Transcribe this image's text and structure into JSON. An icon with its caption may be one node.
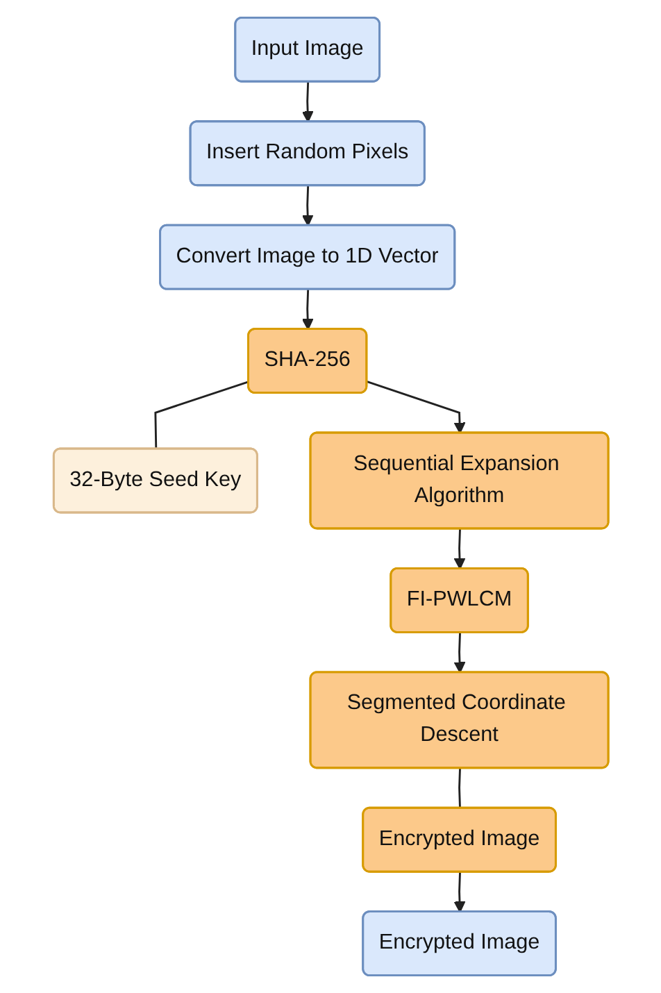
{
  "diagram": {
    "nodes": [
      {
        "text": [
          "Input Image"
        ]
      },
      {
        "text": [
          "Insert Random Pixels"
        ]
      },
      {
        "text": [
          "Convert Image to 1D Vector"
        ]
      },
      {
        "text": [
          "SHA-256"
        ]
      },
      {
        "text": [
          "32-Byte Seed Key"
        ]
      },
      {
        "text": [
          "Sequential Expansion Algorithm"
        ]
      },
      {
        "text": [
          "FI-PWLCM"
        ]
      },
      {
        "text": [
          "Segmented Coordinate Descent"
        ]
      },
      {
        "text": [
          "Encrypted Image"
        ]
      },
      {
        "text": [
          "Encrypted Image"
        ]
      }
    ],
    "edges": [
      {
        "from": 0,
        "to": 1,
        "arrow": "to"
      },
      {
        "from": 1,
        "to": 2,
        "arrow": "to"
      },
      {
        "from": 2,
        "to": 3,
        "arrow": "to"
      },
      {
        "from": 3,
        "to": 4,
        "arrow": "none"
      },
      {
        "from": 3,
        "to": 5,
        "arrow": "to"
      },
      {
        "from": 5,
        "to": 6,
        "arrow": "to"
      },
      {
        "from": 6,
        "to": 7,
        "arrow": "to"
      },
      {
        "from": 7,
        "to": 8,
        "arrow": "none"
      },
      {
        "from": 8,
        "to": 9,
        "arrow": "to"
      }
    ]
  }
}
